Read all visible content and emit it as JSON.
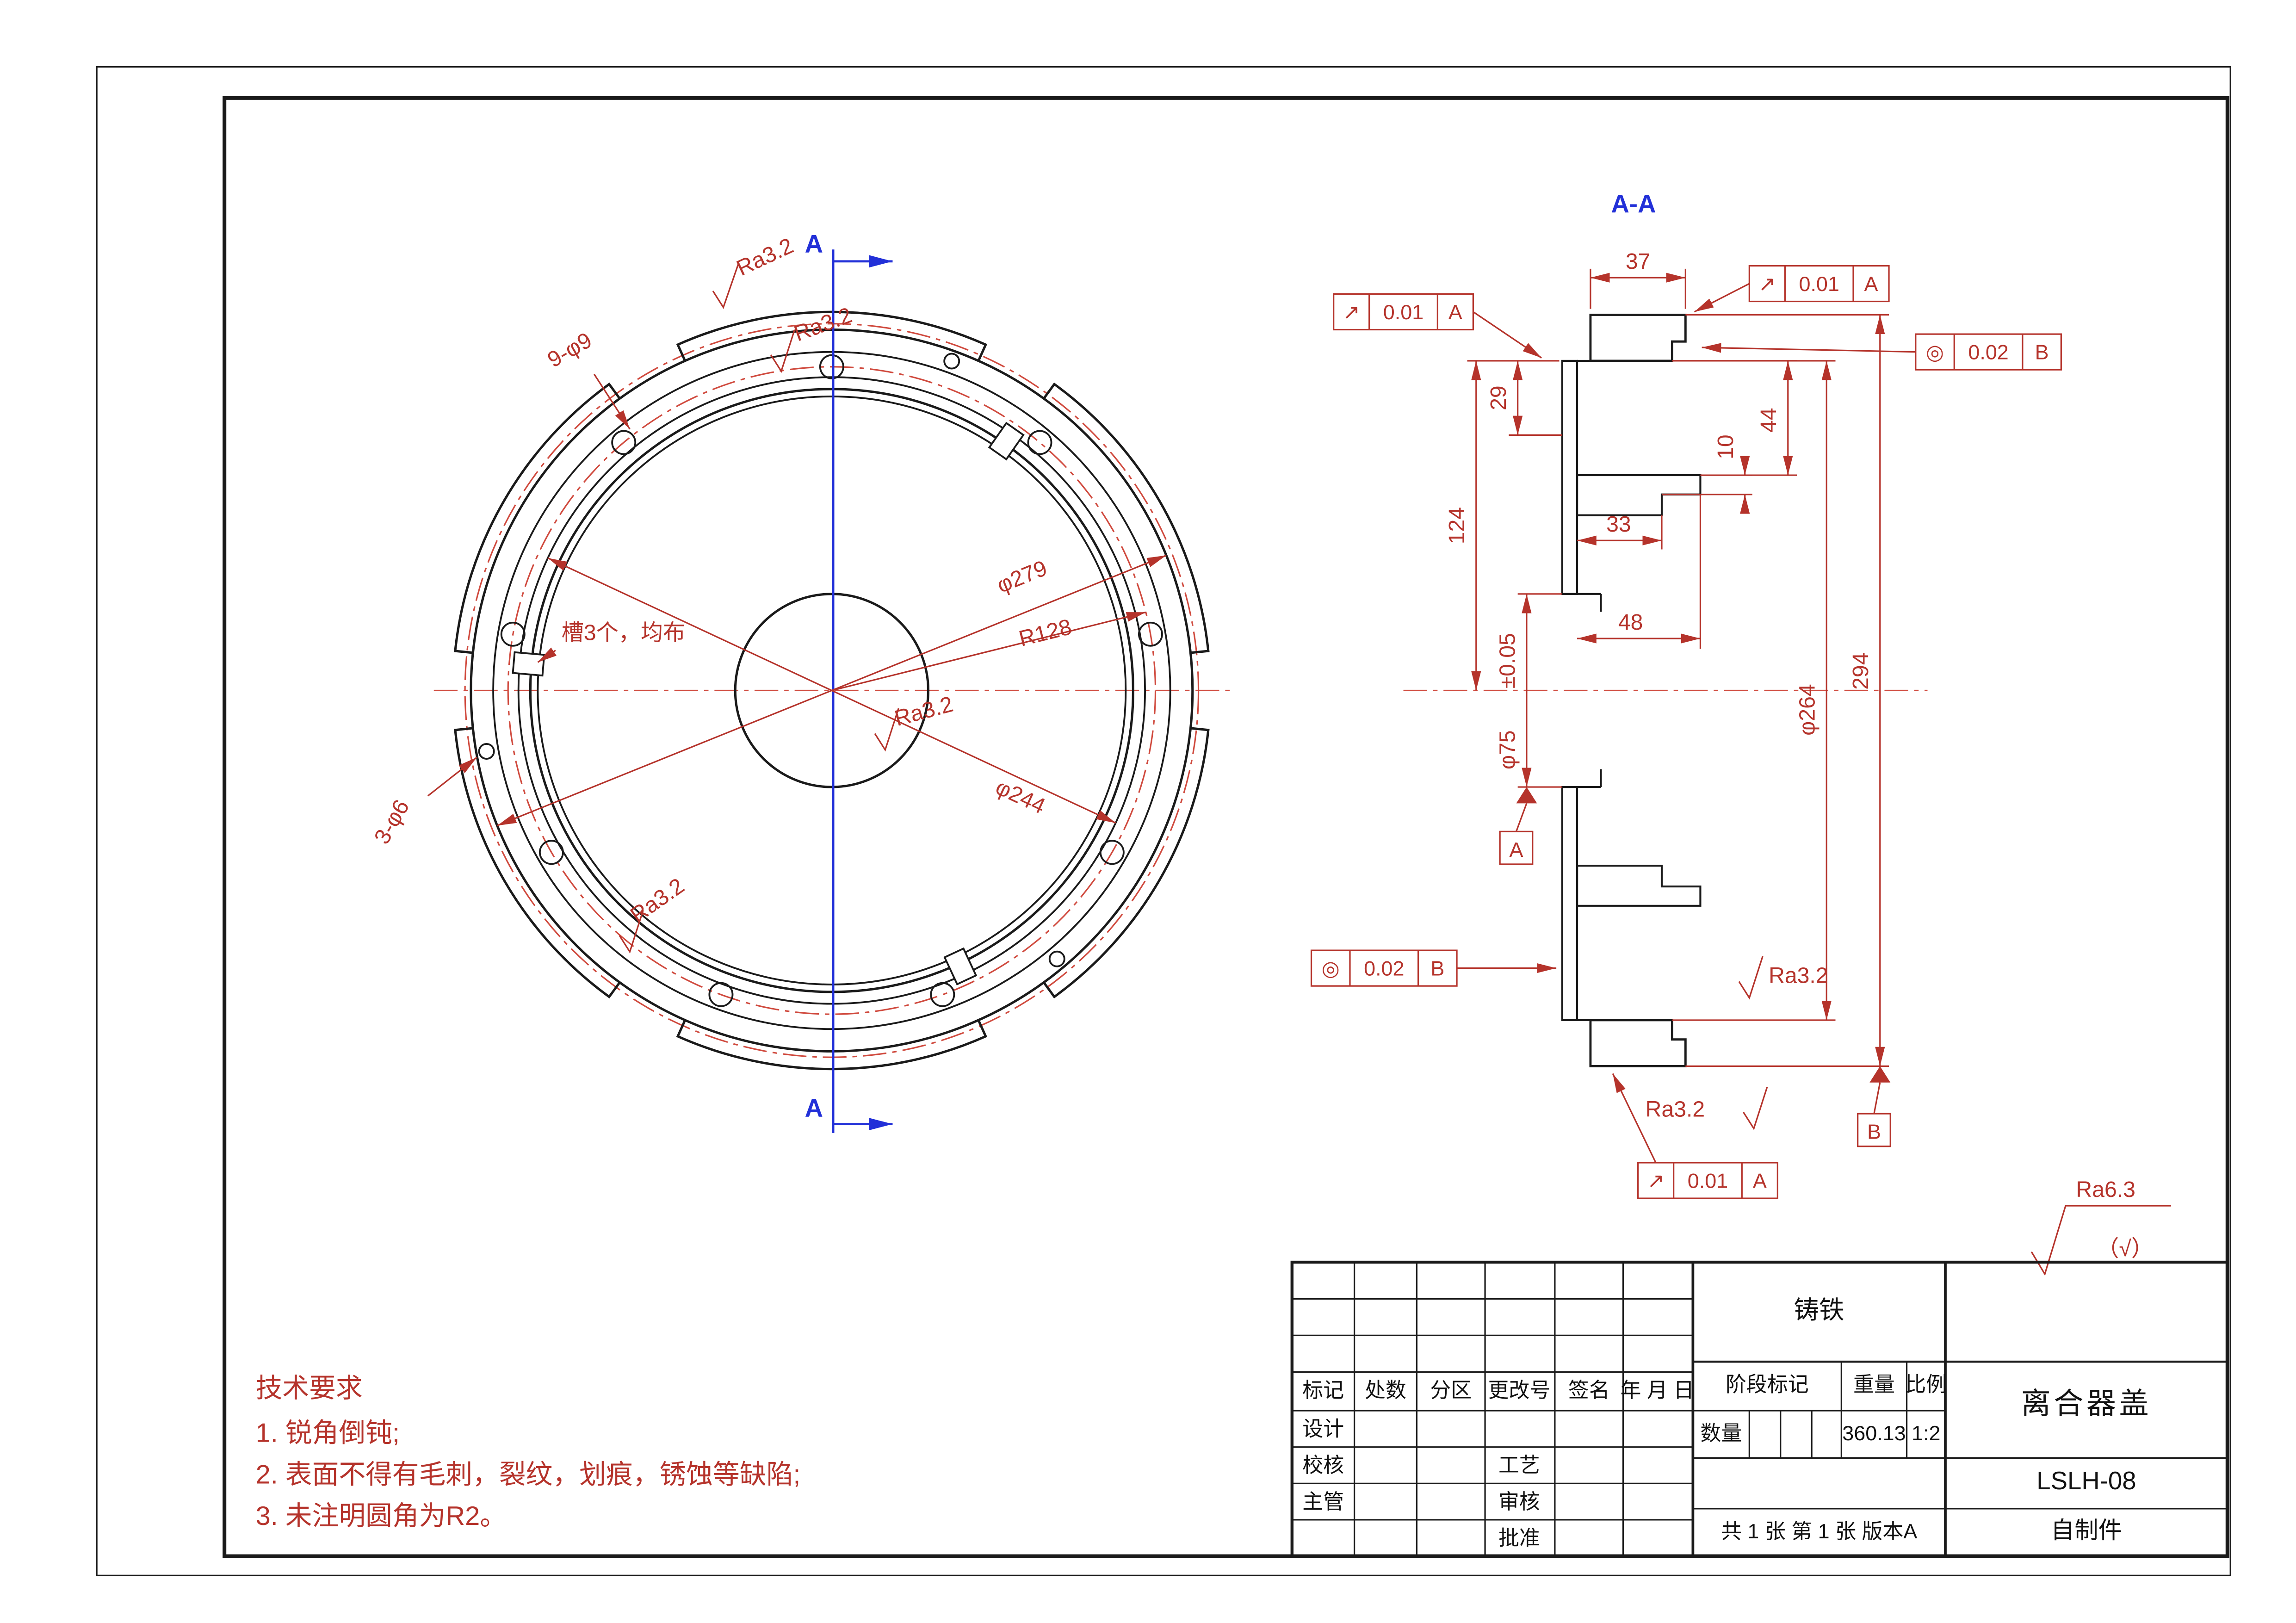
{
  "colors": {
    "line_black": "#1a1a1a",
    "dimension_red": "#b5332b",
    "centerline_red": "#d04a3e",
    "section_blue": "#2230d8",
    "background": "#ffffff"
  },
  "front_view": {
    "section_label_top": "A",
    "section_label_bottom": "A",
    "surface_marks": {
      "ra1": "Ra3.2",
      "ra2": "Ra3.2",
      "ra3": "Ra3.2",
      "ra4": "Ra3.2"
    },
    "dims": {
      "bolt_holes": "9-φ9",
      "slot_note": "槽3个，均布",
      "dia_279": "φ279",
      "r_128": "R128",
      "dia_244": "φ244",
      "small_holes": "3-φ6"
    }
  },
  "section_view": {
    "title": "A-A",
    "dims": {
      "w37": "37",
      "h29": "29",
      "h124": "124",
      "tol": "±0.05",
      "dia75": "φ75",
      "h10": "10",
      "h44": "44",
      "w33": "33",
      "w48": "48",
      "dia264": "φ264",
      "h294": "294"
    },
    "surface_marks": {
      "ra1": "Ra3.2",
      "ra2": "Ra3.2"
    },
    "gdt": {
      "f1": {
        "sym": "↗",
        "val": "0.01",
        "ref": "A"
      },
      "f2": {
        "sym": "↗",
        "val": "0.01",
        "ref": "A"
      },
      "f3": {
        "sym": "◎",
        "val": "0.02",
        "ref": "B"
      },
      "f4": {
        "sym": "◎",
        "val": "0.02",
        "ref": "B"
      },
      "f5": {
        "sym": "↗",
        "val": "0.01",
        "ref": "A"
      },
      "datum_a": "A",
      "datum_b": "B"
    }
  },
  "surface_note": {
    "ra": "Ra6.3",
    "rest": "（√）"
  },
  "tech_requirements": {
    "title": "技术要求",
    "items": [
      "1. 锐角倒钝;",
      "2. 表面不得有毛刺，裂纹，划痕，锈蚀等缺陷;",
      "3. 未注明圆角为R2。"
    ]
  },
  "title_block": {
    "material": "铸铁",
    "rev_headers": [
      "标记",
      "处数",
      "分区",
      "更改号",
      "签名",
      "年 月 日"
    ],
    "roles_left": [
      "设计",
      "校核",
      "主管"
    ],
    "roles_mid": [
      "工艺",
      "审核",
      "批准"
    ],
    "stage_label": "阶段标记",
    "weight_label": "重量",
    "scale_label": "比例",
    "qty_label": "数量",
    "weight_value": "360.13",
    "scale_value": "1:2",
    "part_name": "离合器盖",
    "drawing_no": "LSLH-08",
    "sheet_info": "共 1 张 第 1 张 版本A",
    "source_note": "自制件"
  }
}
